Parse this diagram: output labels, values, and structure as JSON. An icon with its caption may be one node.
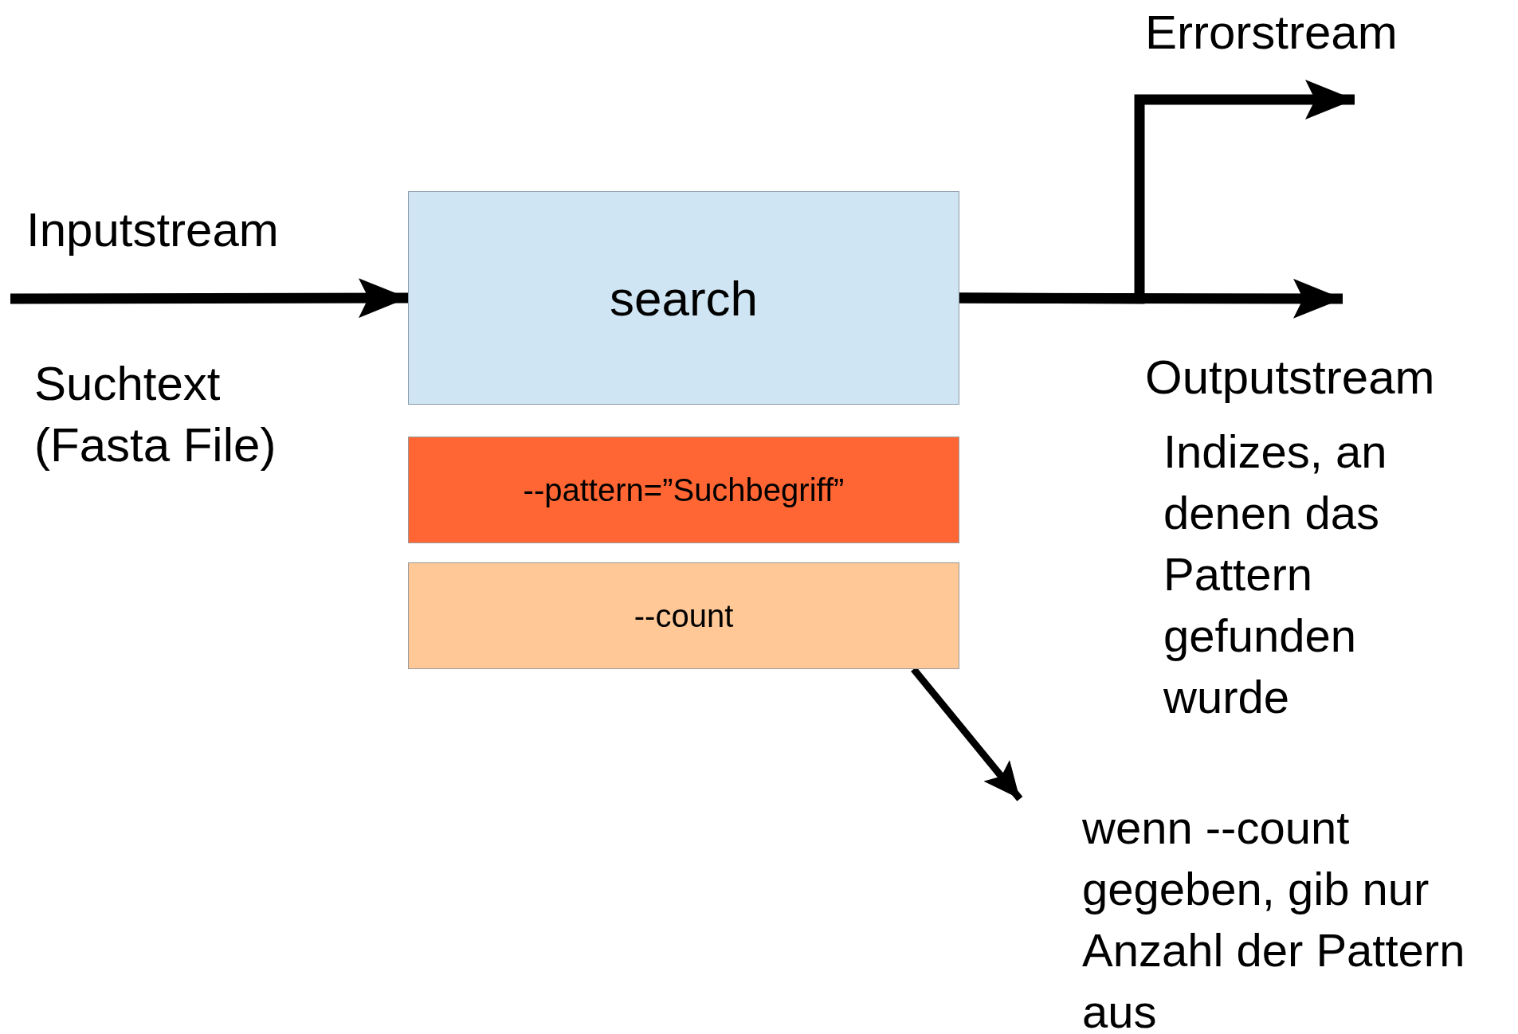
{
  "diagram": {
    "nodes": [
      {
        "text": [
          "search"
        ]
      },
      {
        "text": [
          "--pattern=”Suchbegriff”"
        ]
      },
      {
        "text": [
          "--count"
        ]
      },
      {
        "text": [
          "wenn --count gegeben, gib nur Anzahl der Pattern aus"
        ]
      }
    ],
    "edges": [
      {
        "from": null,
        "to": 0,
        "arrow": "to",
        "label": "Inputstream"
      },
      {
        "from": 0,
        "to": null,
        "arrow": "to",
        "label": "Outputstream"
      },
      {
        "from": 0,
        "to": null,
        "arrow": "to",
        "label": "Errorstream"
      },
      {
        "from": 2,
        "to": 3,
        "arrow": "to"
      }
    ],
    "labels": [
      "Suchtext (Fasta File)",
      "Indizes, an denen das Pattern gefunden wurde"
    ]
  }
}
